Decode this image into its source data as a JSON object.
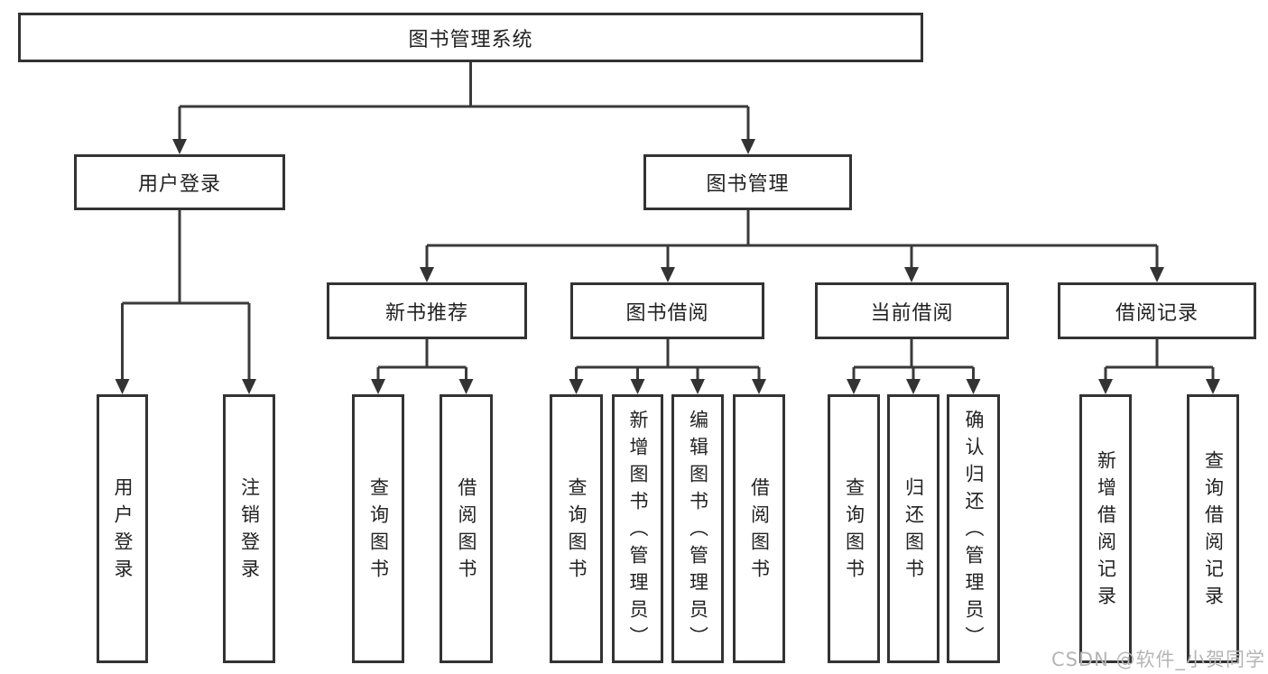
{
  "diagram_title": "图书管理系统",
  "tree": {
    "label": "图书管理系统",
    "children": [
      {
        "label": "用户登录",
        "children": [
          {
            "label": "用户登录"
          },
          {
            "label": "注销登录"
          }
        ]
      },
      {
        "label": "图书管理",
        "children": [
          {
            "label": "新书推荐",
            "children": [
              {
                "label": "查询图书"
              },
              {
                "label": "借阅图书"
              }
            ]
          },
          {
            "label": "图书借阅",
            "children": [
              {
                "label": "查询图书"
              },
              {
                "label": "新增图书（管理员）"
              },
              {
                "label": "编辑图书（管理员）"
              },
              {
                "label": "借阅图书"
              }
            ]
          },
          {
            "label": "当前借阅",
            "children": [
              {
                "label": "查询图书"
              },
              {
                "label": "归还图书"
              },
              {
                "label": "确认归还（管理员）"
              }
            ]
          },
          {
            "label": "借阅记录",
            "children": [
              {
                "label": "新增借阅记录"
              },
              {
                "label": "查询借阅记录"
              }
            ]
          }
        ]
      }
    ]
  },
  "watermark": {
    "text": "CSDN @软件_小贺同学"
  },
  "colors": {
    "line": "#3a3a3a",
    "box_border": "#333333",
    "text": "#222222",
    "background": "#ffffff",
    "watermark": "#b5b5b5"
  }
}
